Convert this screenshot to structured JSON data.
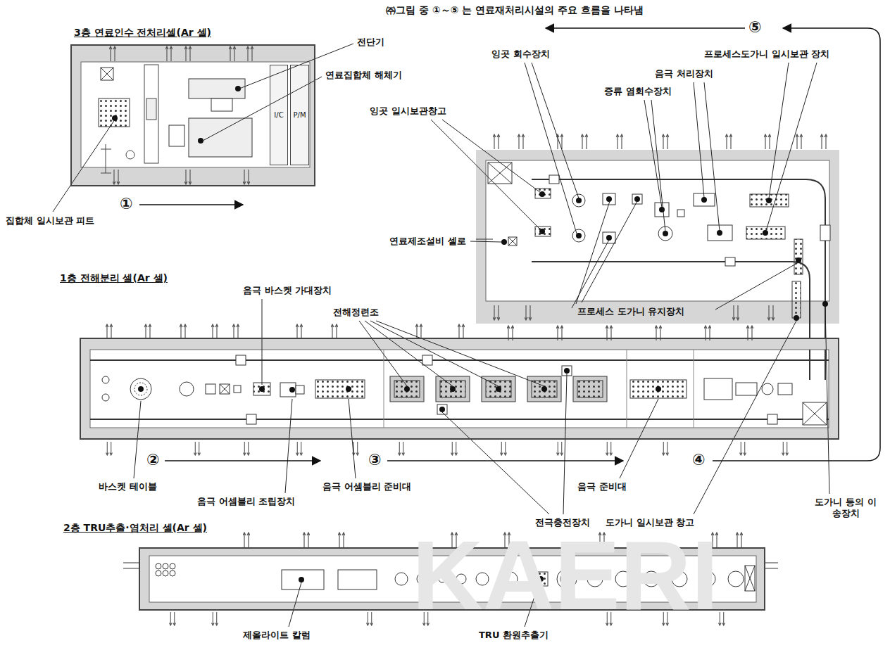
{
  "diagram": {
    "nodes": [
      {
        "text": [
          "3층 연료인수 전처리셀(Ar 셀)"
        ]
      },
      {
        "text": [
          "I/C"
        ],
        "in": 0
      },
      {
        "text": [
          "P/M"
        ],
        "in": 0
      },
      {
        "text": [
          "1층 전해분리 셀(Ar 셀)"
        ]
      },
      {
        "text": [
          "2층 TRU추출·염처리 셀(Ar 셀)"
        ]
      }
    ],
    "labels": [
      "㈜그림 중 ①～⑤ 는 연료재처리시설의 주요 흐름을 나타냄",
      "전단기",
      "연료집합체 해체기",
      "집합체 일시보관 피트",
      "①",
      "잉곳 회수장치",
      "프로세스도가니 일시보관 장치",
      "음극 처리장치",
      "증류 염회수장치",
      "잉곳 일시보관창고",
      "연료제조설비 셀로",
      "프로세스 도가니 유지장치",
      "⑤",
      "음극 바스켓 가대장치",
      "전해정련조",
      "②",
      "③",
      "④",
      "바스켓 테이블",
      "음극 어셈블리 준비대",
      "음극 어셈블리 조립장치",
      "음극 준비대",
      "전극충전장치",
      "도가니 일시보관 창고",
      "도가니 등의 이송장치",
      "제올라이트 칼럼",
      "TRU 환원추출기",
      "KAERI"
    ]
  }
}
